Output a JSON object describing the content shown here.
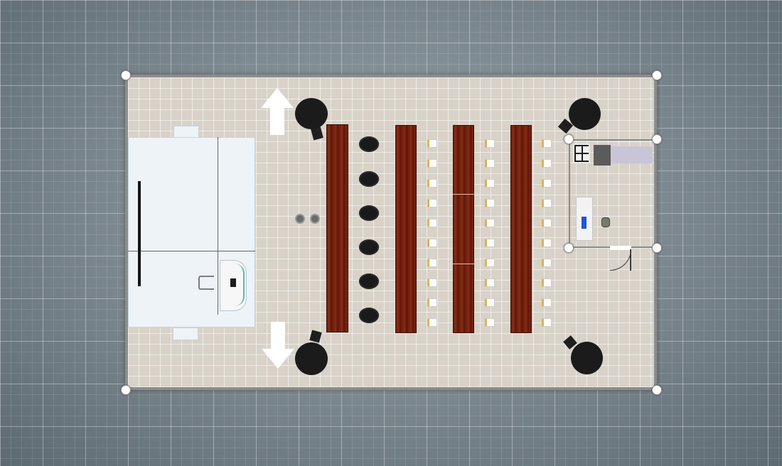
{
  "canvas": {
    "background_color": "#7f8b92",
    "floor_color": "#d8d2c8",
    "wall_color": "#8d8d8d"
  },
  "icons": {
    "move_up": "arrow-up-icon",
    "move_down": "arrow-down-icon",
    "resize_handle": "corner-handle-icon"
  },
  "layout": {
    "long_tables": 4,
    "black_chairs_per_row": 6,
    "white_chairs_per_column": 10,
    "white_chair_columns": 3,
    "round_tables": 4
  }
}
